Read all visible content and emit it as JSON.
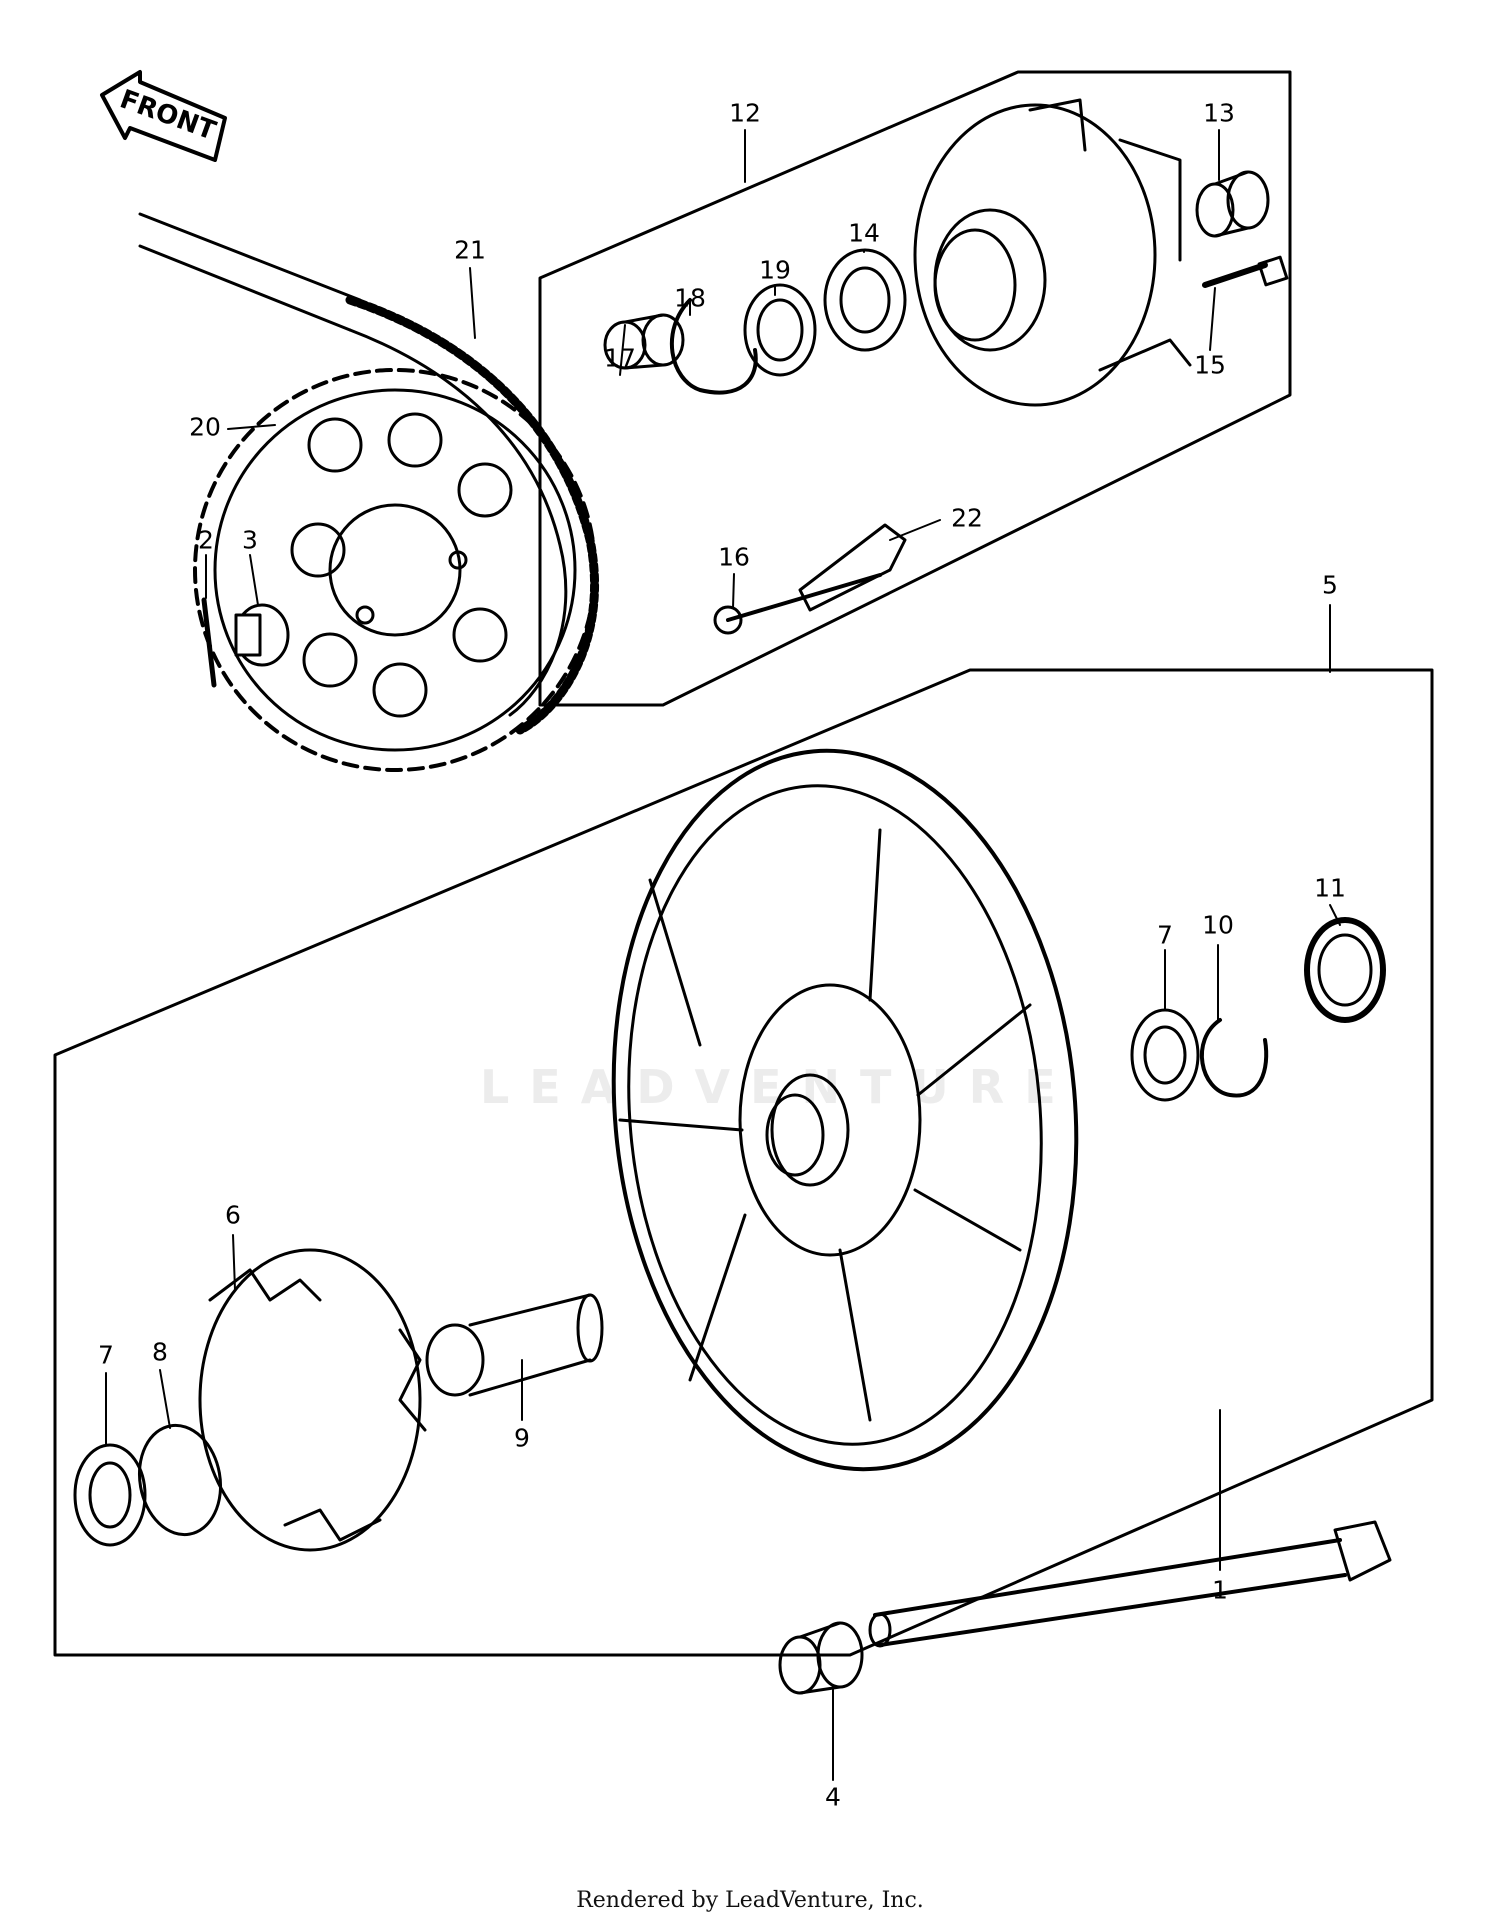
{
  "diagram": {
    "front_label": "FRONT",
    "callouts": [
      {
        "id": "c1",
        "label": "1"
      },
      {
        "id": "c2",
        "label": "2"
      },
      {
        "id": "c3",
        "label": "3"
      },
      {
        "id": "c4",
        "label": "4"
      },
      {
        "id": "c5",
        "label": "5"
      },
      {
        "id": "c6",
        "label": "6"
      },
      {
        "id": "c7a",
        "label": "7"
      },
      {
        "id": "c7b",
        "label": "7"
      },
      {
        "id": "c8",
        "label": "8"
      },
      {
        "id": "c9",
        "label": "9"
      },
      {
        "id": "c10",
        "label": "10"
      },
      {
        "id": "c11",
        "label": "11"
      },
      {
        "id": "c12",
        "label": "12"
      },
      {
        "id": "c13",
        "label": "13"
      },
      {
        "id": "c14",
        "label": "14"
      },
      {
        "id": "c15",
        "label": "15"
      },
      {
        "id": "c16",
        "label": "16"
      },
      {
        "id": "c17",
        "label": "17"
      },
      {
        "id": "c18",
        "label": "18"
      },
      {
        "id": "c19",
        "label": "19"
      },
      {
        "id": "c20",
        "label": "20"
      },
      {
        "id": "c21",
        "label": "21"
      },
      {
        "id": "c22",
        "label": "22"
      }
    ]
  },
  "watermark": "LEADVENTURE",
  "footer": "Rendered by LeadVenture, Inc."
}
